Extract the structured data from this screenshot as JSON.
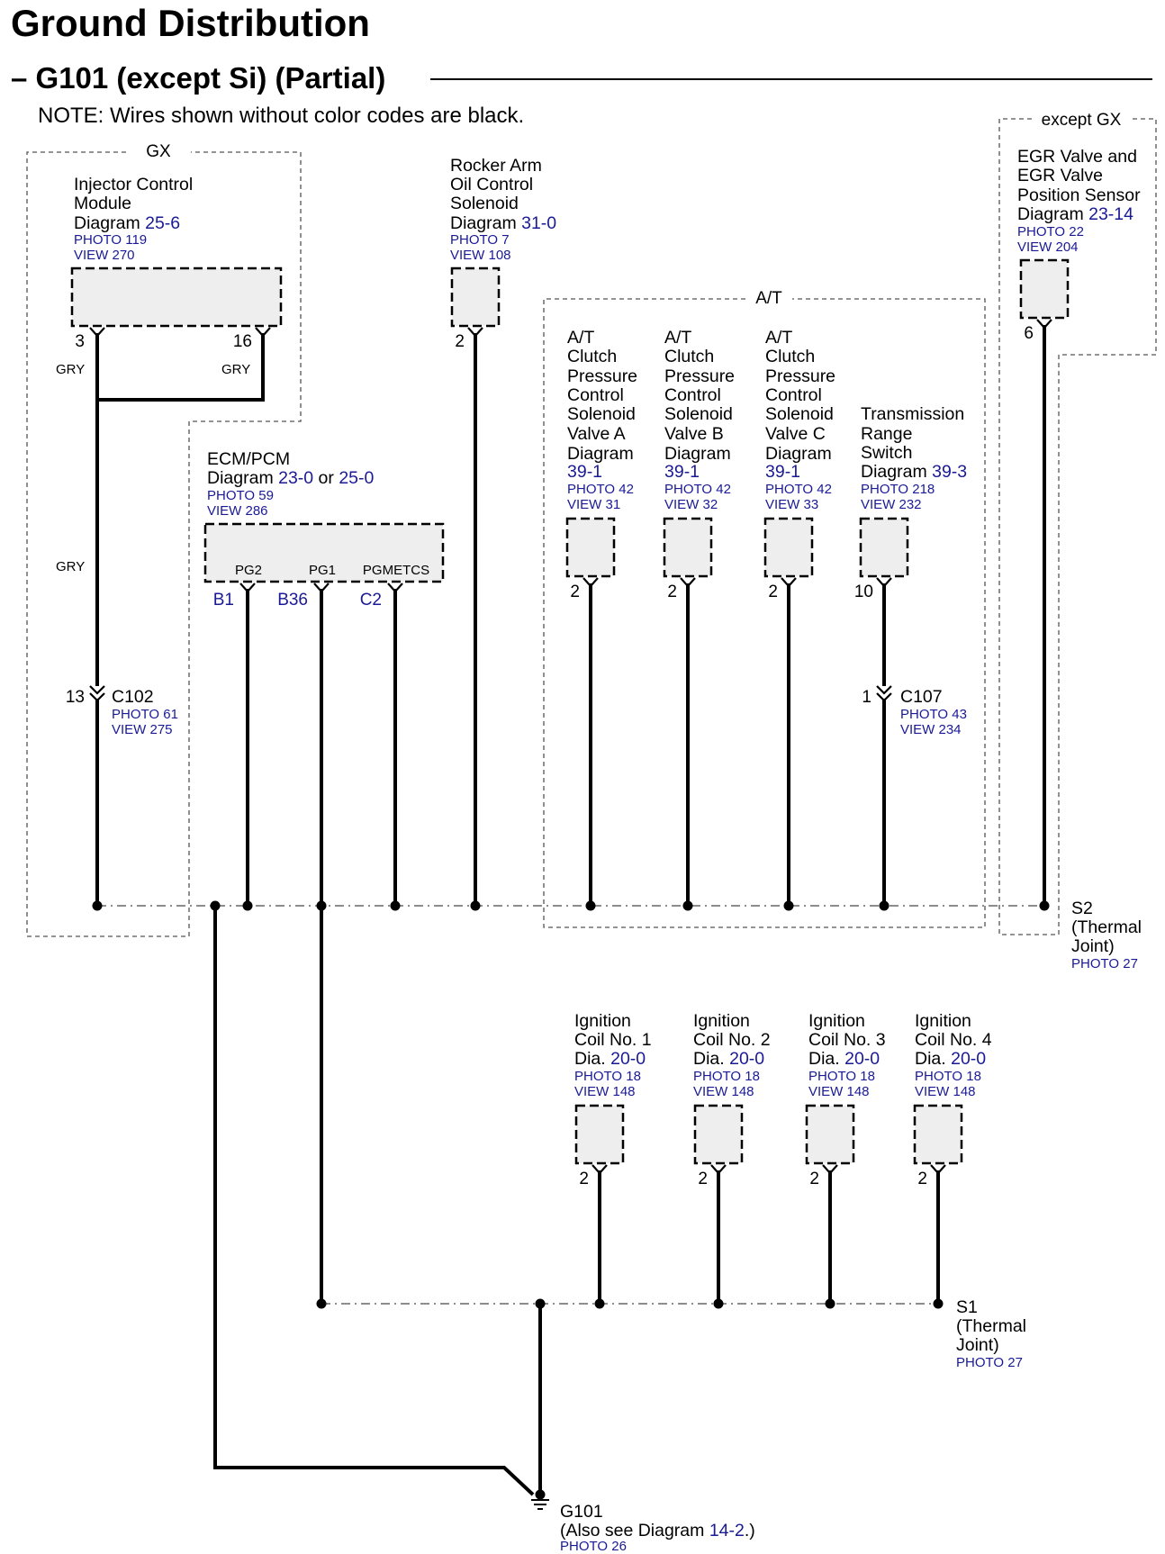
{
  "title": "Ground Distribution",
  "subtitle": "– G101 (except Si) (Partial)",
  "note": "NOTE: Wires shown without color codes are black.",
  "regions": {
    "gx": "GX",
    "at": "A/T",
    "except_gx": "except GX"
  },
  "components": {
    "injector": {
      "lines": [
        "Injector Control",
        "Module"
      ],
      "diagram_prefix": "Diagram ",
      "diagram": "25-6",
      "photo": "PHOTO 119",
      "view": "VIEW 270",
      "pins": [
        "3",
        "16"
      ],
      "wire_colors": [
        "GRY",
        "GRY",
        "GRY"
      ]
    },
    "rocker": {
      "lines": [
        "Rocker Arm",
        "Oil Control",
        "Solenoid"
      ],
      "diagram_prefix": "Diagram ",
      "diagram": "31-0",
      "photo": "PHOTO 7",
      "view": "VIEW 108",
      "pin": "2"
    },
    "ecm": {
      "lines": [
        "ECM/PCM"
      ],
      "diagram_prefix": "Diagram ",
      "diagram_a": "23-0",
      "or_text": " or ",
      "diagram_b": "25-0",
      "photo": "PHOTO 59",
      "view": "VIEW 286",
      "terminals": [
        "PG2",
        "PG1",
        "PGMETCS"
      ],
      "pins": [
        "B1",
        "B36",
        "C2"
      ]
    },
    "egr": {
      "lines": [
        "EGR Valve and",
        "EGR Valve",
        "Position Sensor"
      ],
      "diagram_prefix": "Diagram ",
      "diagram": "23-14",
      "photo": "PHOTO 22",
      "view": "VIEW 204",
      "pin": "6"
    },
    "at_solenoids": [
      {
        "lines": [
          "A/T",
          "Clutch",
          "Pressure",
          "Control",
          "Solenoid",
          "Valve A",
          "Diagram"
        ],
        "diagram": "39-1",
        "photo": "PHOTO 42",
        "view": "VIEW 31",
        "pin": "2"
      },
      {
        "lines": [
          "A/T",
          "Clutch",
          "Pressure",
          "Control",
          "Solenoid",
          "Valve B",
          "Diagram"
        ],
        "diagram": "39-1",
        "photo": "PHOTO 42",
        "view": "VIEW 32",
        "pin": "2"
      },
      {
        "lines": [
          "A/T",
          "Clutch",
          "Pressure",
          "Control",
          "Solenoid",
          "Valve C",
          "Diagram"
        ],
        "diagram": "39-1",
        "photo": "PHOTO 42",
        "view": "VIEW 33",
        "pin": "2"
      }
    ],
    "trans_switch": {
      "lines": [
        "Transmission",
        "Range",
        "Switch"
      ],
      "diagram_prefix": "Diagram ",
      "diagram": "39-3",
      "photo": "PHOTO 218",
      "view": "VIEW 232",
      "pin": "10"
    },
    "coils": [
      {
        "lines": [
          "Ignition",
          "Coil No. 1"
        ],
        "dia_prefix": "Dia. ",
        "diagram": "20-0",
        "photo": "PHOTO 18",
        "view": "VIEW 148",
        "pin": "2"
      },
      {
        "lines": [
          "Ignition",
          "Coil No. 2"
        ],
        "dia_prefix": "Dia. ",
        "diagram": "20-0",
        "photo": "PHOTO 18",
        "view": "VIEW 148",
        "pin": "2"
      },
      {
        "lines": [
          "Ignition",
          "Coil No. 3"
        ],
        "dia_prefix": "Dia. ",
        "diagram": "20-0",
        "photo": "PHOTO 18",
        "view": "VIEW 148",
        "pin": "2"
      },
      {
        "lines": [
          "Ignition",
          "Coil No. 4"
        ],
        "dia_prefix": "Dia. ",
        "diagram": "20-0",
        "photo": "PHOTO 18",
        "view": "VIEW 148",
        "pin": "2"
      }
    ]
  },
  "connectors": {
    "c102": {
      "pin": "13",
      "name": "C102",
      "photo": "PHOTO 61",
      "view": "VIEW 275"
    },
    "c107": {
      "pin": "1",
      "name": "C107",
      "photo": "PHOTO 43",
      "view": "VIEW 234"
    }
  },
  "joints": {
    "s2": {
      "lines": [
        "S2",
        "(Thermal",
        "Joint)"
      ],
      "photo": "PHOTO 27"
    },
    "s1": {
      "lines": [
        "S1",
        "(Thermal",
        "Joint)"
      ],
      "photo": "PHOTO 27"
    }
  },
  "ground": {
    "name": "G101",
    "see_prefix": "(Also see Diagram ",
    "see_diagram": "14-2",
    "see_suffix": ".)",
    "photo": "PHOTO 26"
  }
}
